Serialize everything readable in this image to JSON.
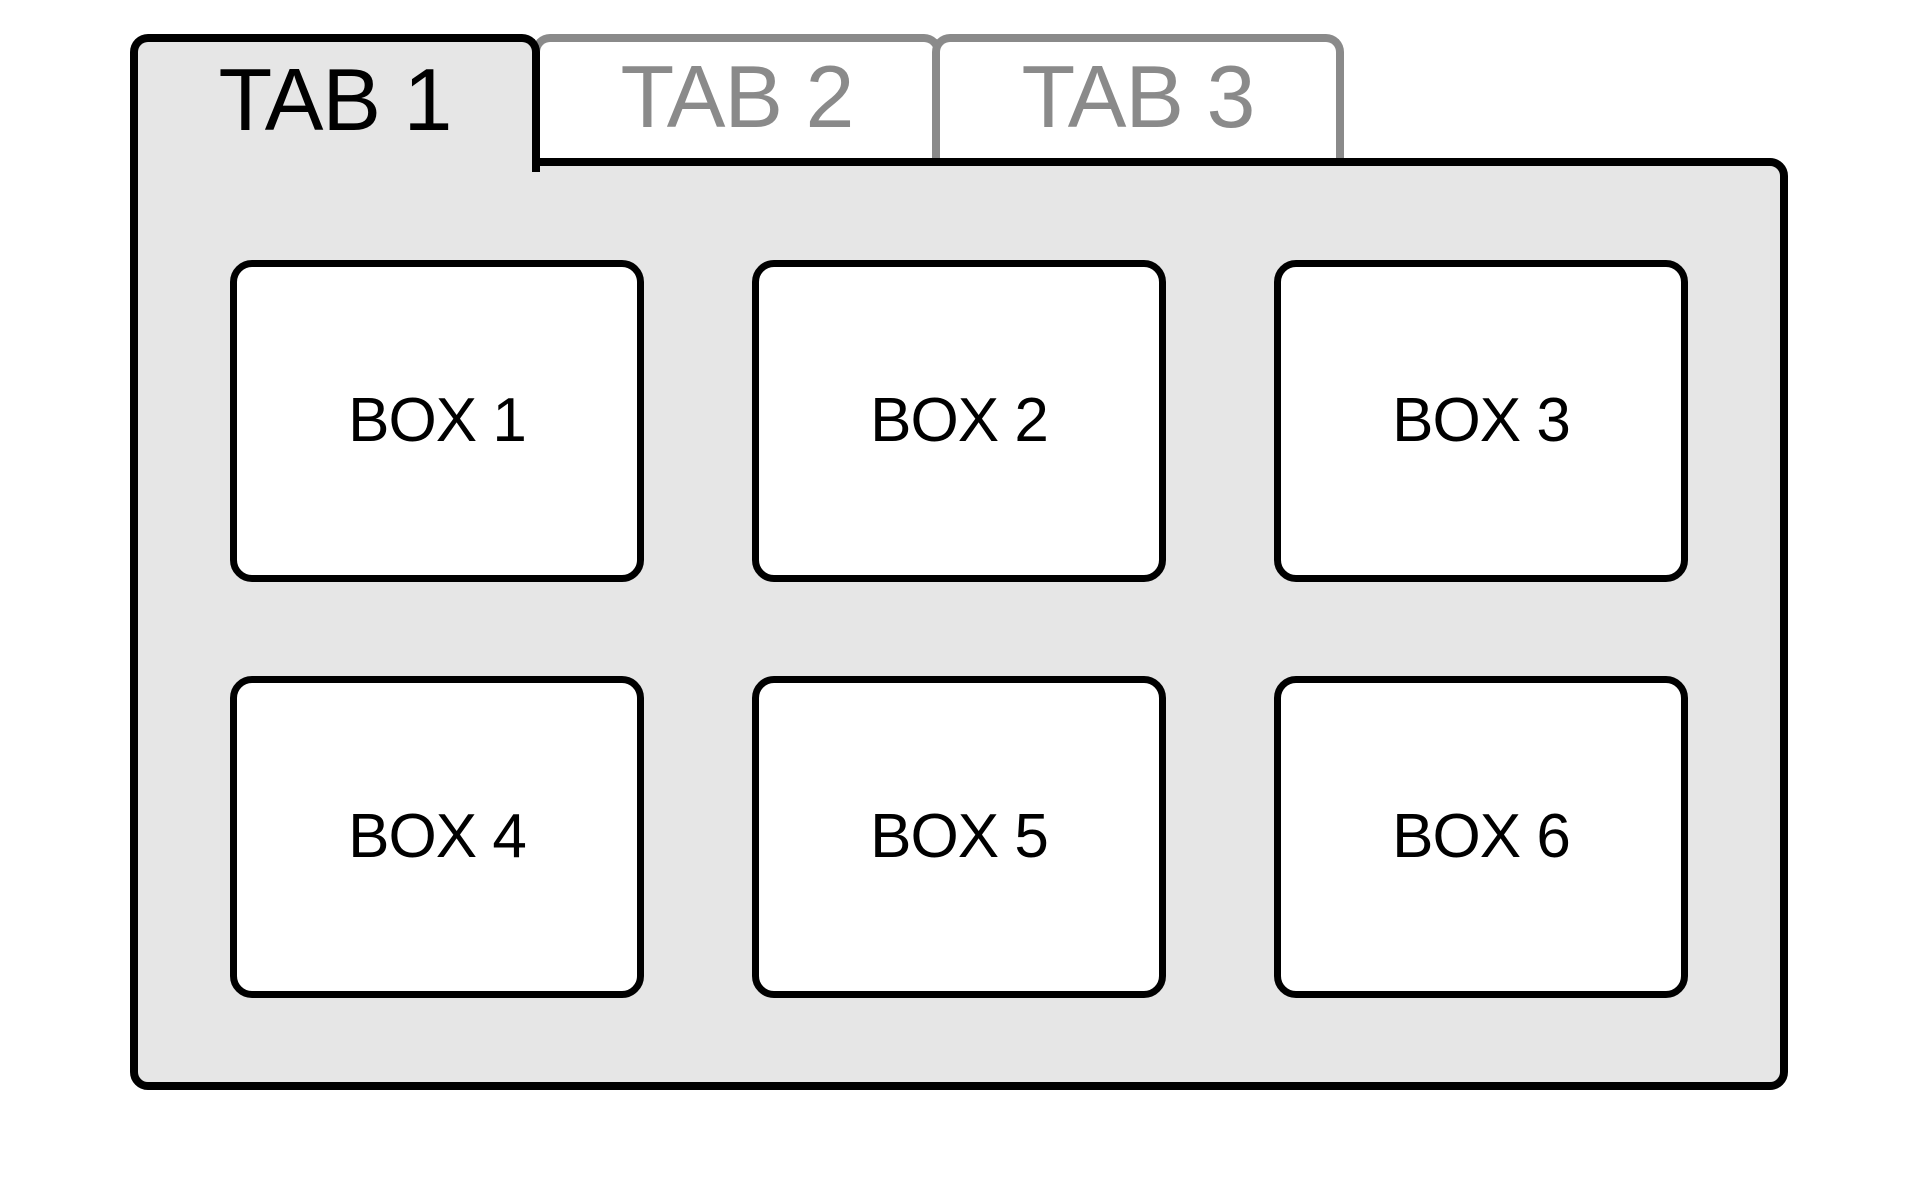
{
  "tabs": [
    {
      "label": "TAB 1",
      "active": true
    },
    {
      "label": "TAB 2",
      "active": false
    },
    {
      "label": "TAB 3",
      "active": false
    }
  ],
  "boxes": [
    {
      "label": "BOX 1"
    },
    {
      "label": "BOX 2"
    },
    {
      "label": "BOX 3"
    },
    {
      "label": "BOX 4"
    },
    {
      "label": "BOX 5"
    },
    {
      "label": "BOX 6"
    }
  ],
  "colors": {
    "active_border": "#000000",
    "inactive_border": "#8a8a8a",
    "panel_background": "#e6e6e6",
    "box_background": "#ffffff"
  }
}
